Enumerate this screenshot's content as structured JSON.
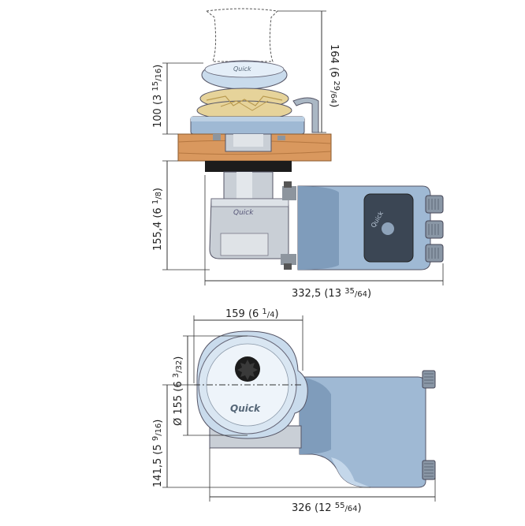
{
  "brand": "Quick",
  "colors": {
    "housing_blue": "#9fb9d4",
    "gearbox_grey": "#c9cfd6",
    "deck_wood": "#d9985e",
    "drum_gold": "#e6d39a",
    "dimension_lines": "#333333"
  },
  "top_view": {
    "dim_drum_height": {
      "main": "164 (6 ",
      "frac_num": "29",
      "frac_den": "/64",
      "close": ")"
    },
    "dim_gypsy_height": {
      "main": "100 (3 ",
      "frac_num": "15",
      "frac_den": "/16",
      "close": ")"
    },
    "dim_under_deck": {
      "main": "155,4 (6 ",
      "frac_num": "1",
      "frac_den": "/8",
      "close": ")"
    },
    "dim_length": {
      "main": "332,5 (13 ",
      "frac_num": "35",
      "frac_den": "/64",
      "close": ")"
    }
  },
  "bottom_view": {
    "dim_width": {
      "main": "159 (6 ",
      "frac_num": "1",
      "frac_den": "/4",
      "close": ")"
    },
    "dim_diameter": {
      "main": "Ø 155 (6 ",
      "frac_num": "3",
      "frac_den": "/32",
      "close": ")"
    },
    "dim_height": {
      "main": "141,5 (5 ",
      "frac_num": "9",
      "frac_den": "/16",
      "close": ")"
    },
    "dim_length": {
      "main": "326 (12 ",
      "frac_num": "55",
      "frac_den": "/64",
      "close": ")"
    }
  }
}
